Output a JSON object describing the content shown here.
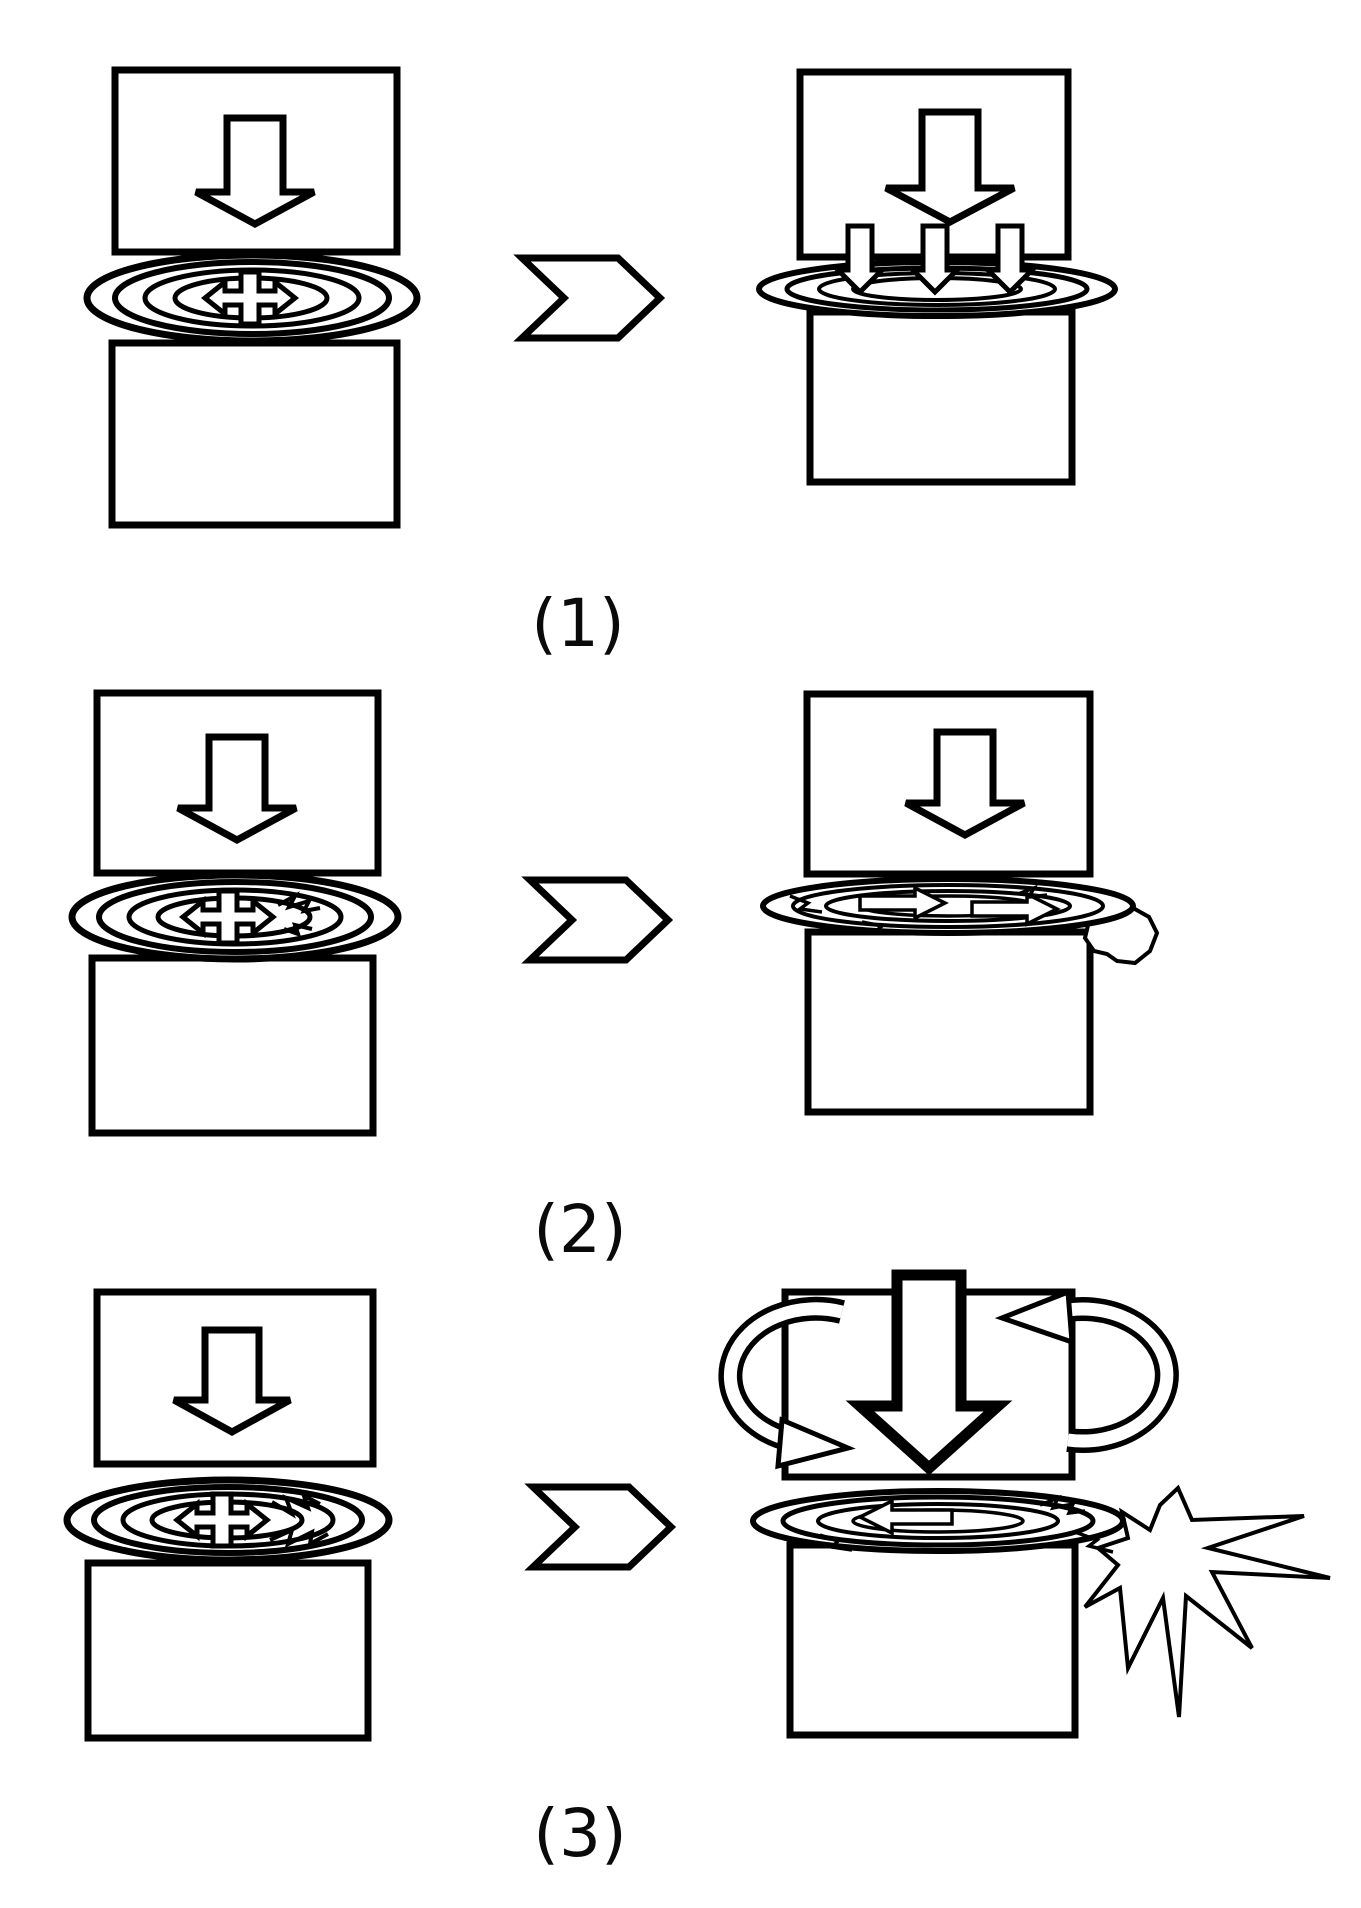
{
  "figure": {
    "background_color": "#ffffff",
    "stroke_color": "#000000",
    "rows": [
      {
        "label": "(1)"
      },
      {
        "label": "(2)"
      },
      {
        "label": "(3)"
      }
    ],
    "icon_names": [
      "load-down-arrow-icon",
      "transition-chevron-icon",
      "pressure-spread-arrow-icon",
      "distributed-load-arrows-icon",
      "nucleus-flow-arrow-icon",
      "crack-icon",
      "torsion-arrow-icon",
      "herniation-bulge-shape",
      "rupture-burst-icon"
    ]
  }
}
